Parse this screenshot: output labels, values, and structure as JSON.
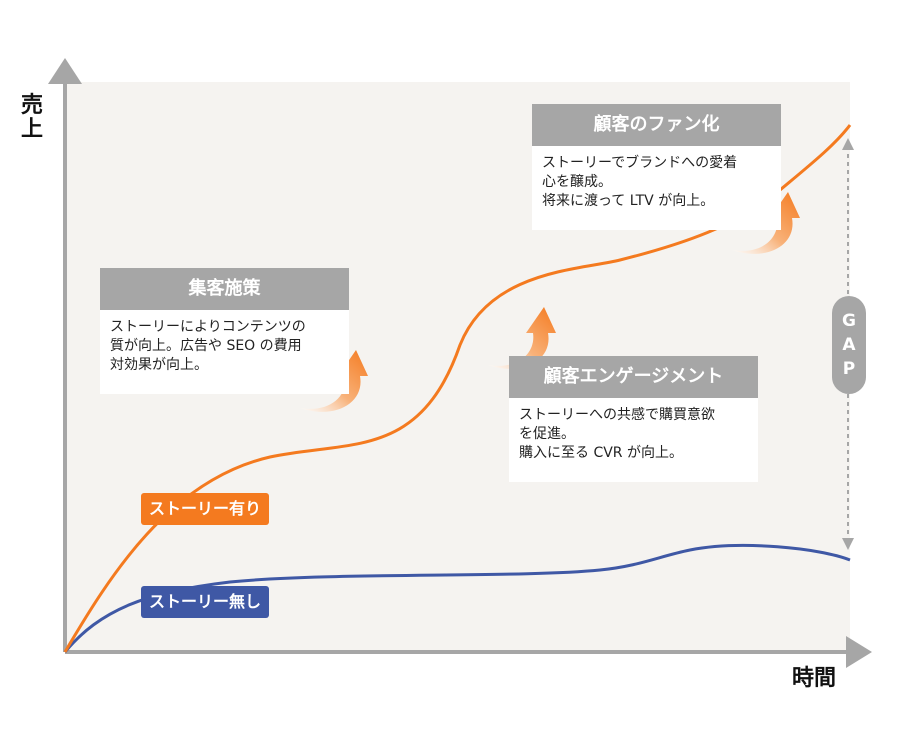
{
  "axes": {
    "y_label": "売上",
    "x_label": "時間"
  },
  "series": {
    "with_story": {
      "label": "ストーリー有り",
      "color": "#f47a1f"
    },
    "without_story": {
      "label": "ストーリー無し",
      "color": "#3f58a5"
    }
  },
  "cards": {
    "attract": {
      "title": "集客施策",
      "body": "ストーリーによりコンテンツの\n質が向上。広告や SEO の費用\n対効果が向上。"
    },
    "engagement": {
      "title": "顧客エンゲージメント",
      "body": "ストーリーへの共感で購買意欲\nを促進。\n購入に至る CVR が向上。"
    },
    "fan": {
      "title": "顧客のファン化",
      "body": "ストーリーでブランドへの愛着\n心を醸成。\n将来に渡って LTV が向上。"
    }
  },
  "gap": {
    "letters": [
      "G",
      "A",
      "P"
    ]
  },
  "colors": {
    "panel": "#f5f3f0",
    "axis": "#a6a6a6",
    "arrow": "#f47a1f",
    "card_head": "#a6a6a6"
  }
}
